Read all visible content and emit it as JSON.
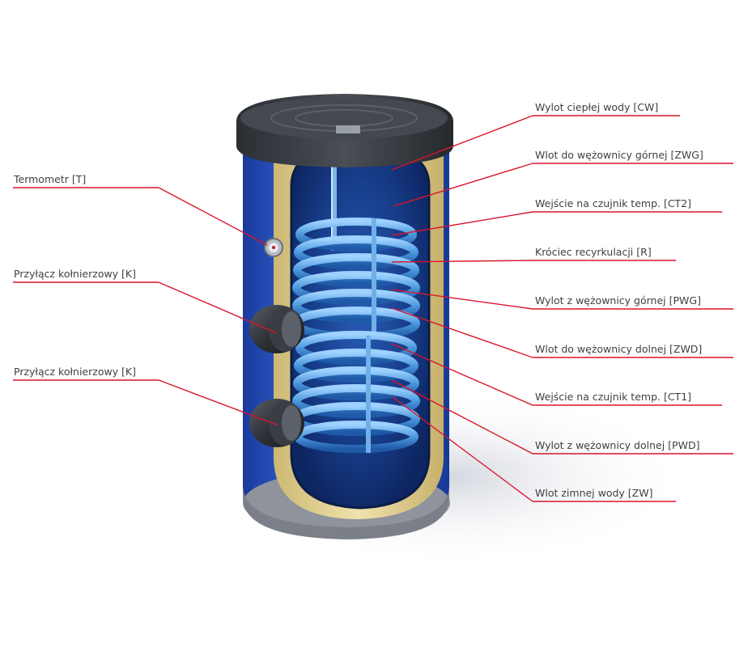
{
  "diagram": {
    "left_labels": [
      "Termometr [T]",
      "Przyłącz kołnierzowy [K]",
      "Przyłącz kołnierzowy [K]"
    ],
    "right_labels": [
      "Wylot ciepłej wody [CW]",
      "Wlot do wężownicy górnej [ZWG]",
      "Wejście na czujnik temp. [CT2]",
      "Króciec recyrkulacji [R]",
      "Wylot z wężownicy górnej [PWG]",
      "Wlot do wężownicy dolnej [ZWD]",
      "Wejście na czujnik temp. [CT1]",
      "Wylot z wężownicy dolnej [PWD]",
      "Wlot zimnej wody [ZW]"
    ],
    "colors": {
      "leader": "#d8152b",
      "label_text": "#404040",
      "tank_shell": "#2a55c8",
      "insulation": "#dccc8a",
      "inner_tank": "#1a3f8f",
      "coil": "#5aa8e6",
      "lid": "#3a3d42"
    }
  }
}
